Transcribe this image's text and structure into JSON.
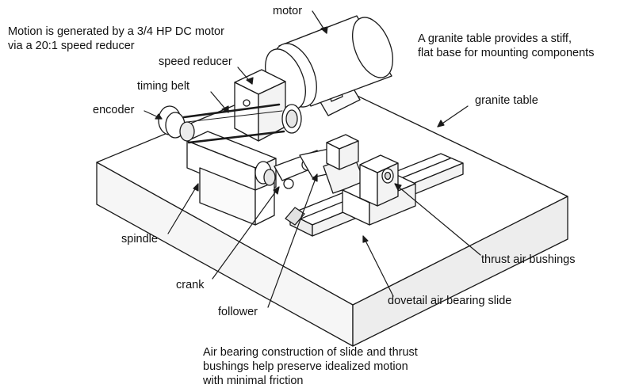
{
  "notes": {
    "motor_note": [
      "Motion is generated by a 3/4 HP DC motor",
      "via a 20:1 speed reducer"
    ],
    "table_note": [
      "A granite table provides a stiff,",
      "flat base for mounting components"
    ],
    "bottom_note": [
      "Air bearing construction of slide and thrust",
      "bushings help preserve idealized motion",
      "with minimal friction"
    ]
  },
  "labels": {
    "motor": "motor",
    "speed_reducer": "speed reducer",
    "timing_belt": "timing belt",
    "encoder": "encoder",
    "granite_table": "granite table",
    "spindle": "spindle",
    "crank": "crank",
    "follower": "follower",
    "thrust_air_bushings": "thrust air bushings",
    "dovetail_air_bearing_slide": "dovetail air bearing slide"
  },
  "colors": {
    "line": "#1a1a1a",
    "fill": "#ffffff",
    "shade": "#d9d9d9"
  }
}
